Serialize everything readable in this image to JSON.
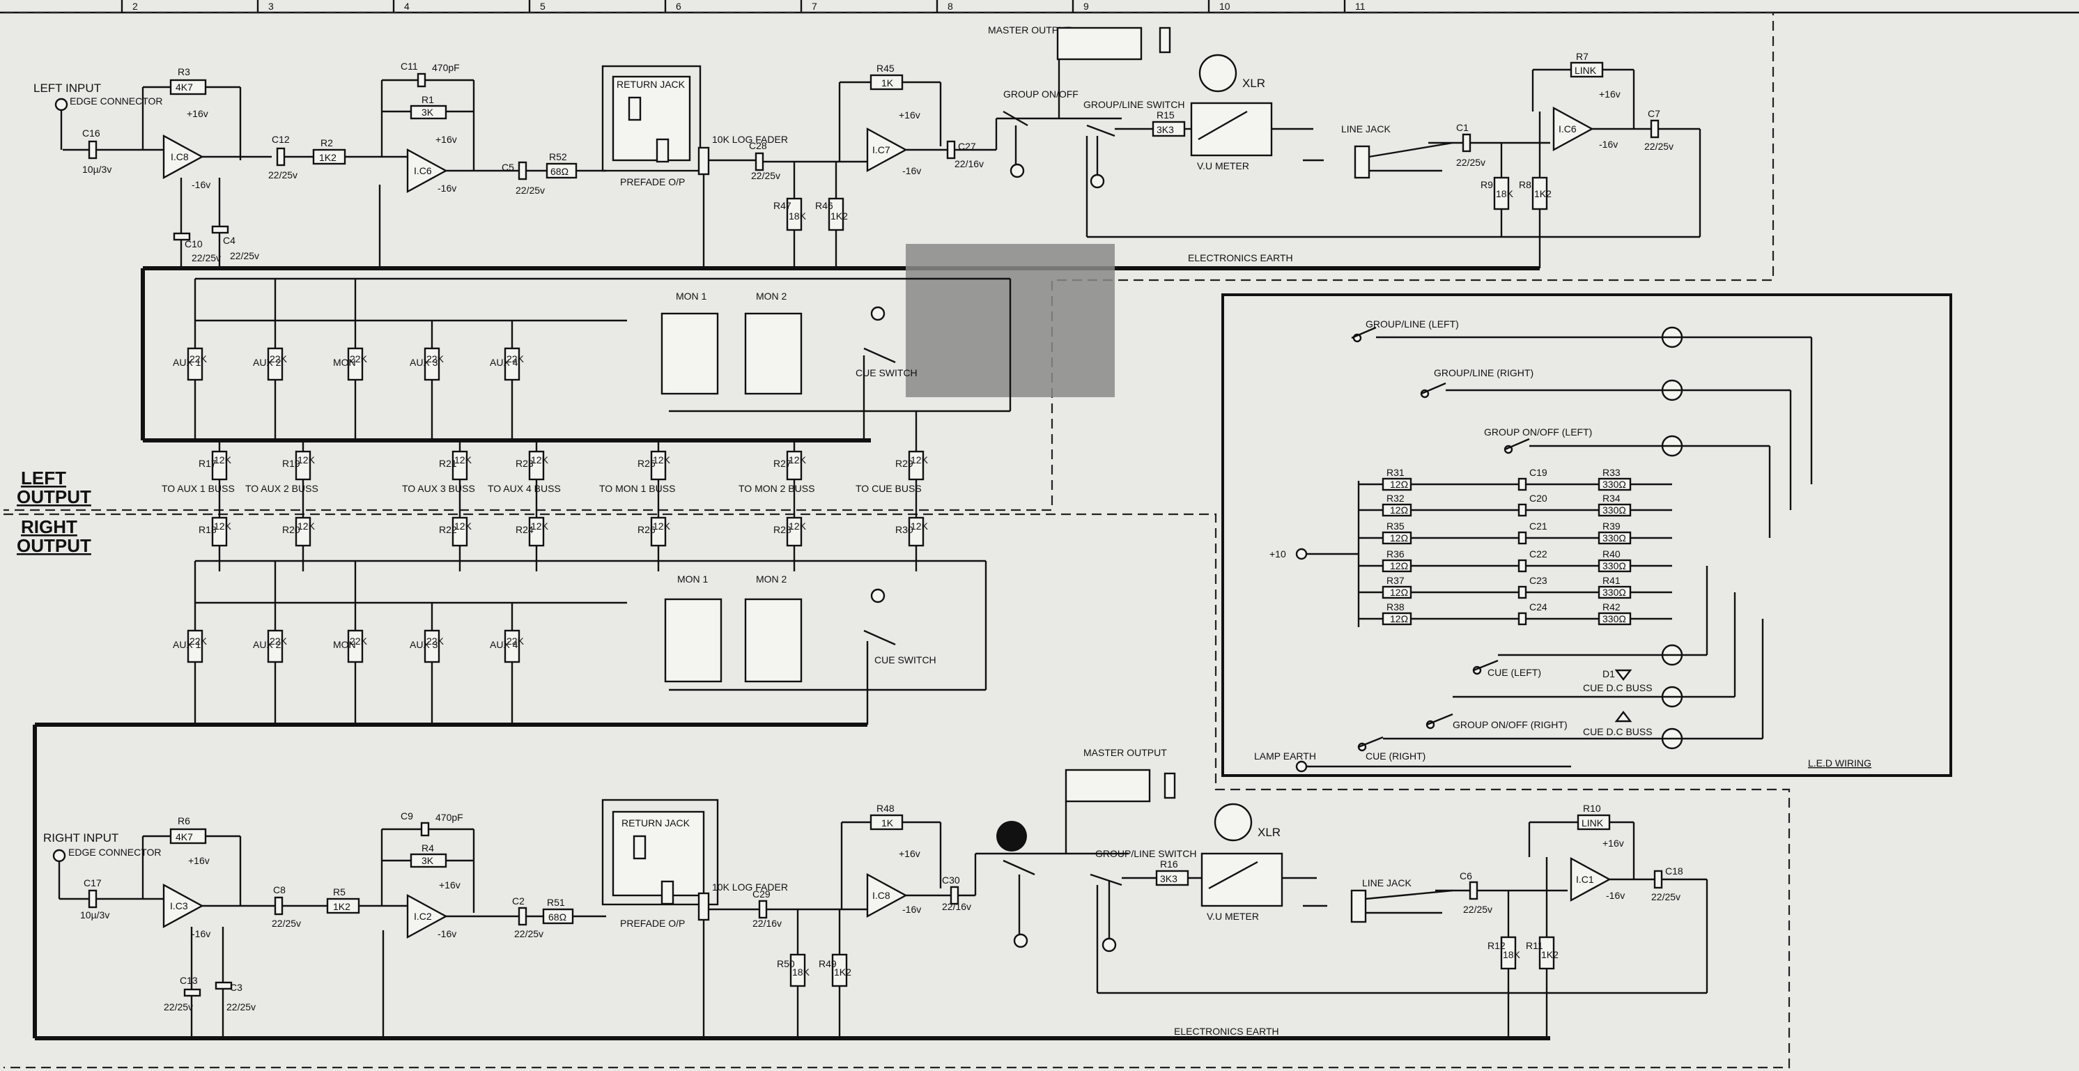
{
  "ruler": [
    "2",
    "3",
    "4",
    "5",
    "6",
    "7",
    "8",
    "9",
    "10",
    "11"
  ],
  "section_labels": {
    "left_output": "LEFT OUTPUT",
    "right_output": "RIGHT OUTPUT"
  },
  "left_channel": {
    "input": "LEFT INPUT",
    "edge": "EDGE CONNECTOR",
    "components": {
      "c16": "C16",
      "c16v": "10µ/3v",
      "r3": "R3",
      "r3v": "4K7",
      "ic8": "I.C8",
      "p16": "+16v",
      "m16": "-16v",
      "c12": "C12",
      "c12v": "22/25v",
      "r2": "R2",
      "r2v": "1K2",
      "c11": "C11",
      "c11v": "470pF",
      "r1": "R1",
      "r1v": "3K",
      "ic6": "I.C6",
      "c5": "C5",
      "c5v": "22/25v",
      "r52": "R52",
      "r52v": "68Ω",
      "c10": "C10",
      "c10v": "22/25v",
      "c4": "C4",
      "c4v": "22/25v",
      "c28": "C28",
      "c28v": "22/25v",
      "r47": "R47",
      "r47v": "18K",
      "r46": "R46",
      "r46v": "1K2",
      "r45": "R45",
      "r45v": "1K",
      "ic7": "I.C7",
      "c27": "C27",
      "c27v": "22/16v"
    },
    "return_jack": "RETURN JACK",
    "prefade": "PREFADE O/P",
    "fader": "10K LOG FADER",
    "master_output": "MASTER OUTPUT",
    "group_onoff": "GROUP ON/OFF",
    "group_line_switch": "GROUP/LINE SWITCH",
    "r15": "R15",
    "r15v": "3K3",
    "vu": "V.U METER",
    "xlr": "XLR",
    "line_jack": "LINE JACK",
    "c1": "C1",
    "c1v": "22/25v",
    "r7": "R7",
    "r7v": "LINK",
    "ic6b": "I.C6",
    "c7": "C7",
    "c7v": "22/25v",
    "r9": "R9",
    "r9v": "18K",
    "r8": "R8",
    "r8v": "1K2",
    "earth": "ELECTRONICS EARTH"
  },
  "aux_left": {
    "pots": [
      {
        "id": "AUX 1",
        "v": "22K"
      },
      {
        "id": "AUX 2",
        "v": "22K"
      },
      {
        "id": "MON",
        "v": "22K"
      },
      {
        "id": "AUX 3",
        "v": "22K"
      },
      {
        "id": "AUX 4",
        "v": "22K"
      }
    ],
    "mon1": "MON 1",
    "mon2": "MON 2",
    "cue": "CUE SWITCH"
  },
  "busses": [
    {
      "r_top": "R17",
      "v_top": "12K",
      "r_bot": "R18",
      "v_bot": "12K",
      "to": "TO AUX 1 BUSS"
    },
    {
      "r_top": "R19",
      "v_top": "12K",
      "r_bot": "R20",
      "v_bot": "12K",
      "to": "TO AUX 2 BUSS"
    },
    {
      "r_top": "R21",
      "v_top": "12K",
      "r_bot": "R22",
      "v_bot": "12K",
      "to": "TO AUX 3 BUSS"
    },
    {
      "r_top": "R23",
      "v_top": "12K",
      "r_bot": "R24",
      "v_bot": "12K",
      "to": "TO AUX 4 BUSS"
    },
    {
      "r_top": "R25",
      "v_top": "12K",
      "r_bot": "R26",
      "v_bot": "12K",
      "to": "TO MON 1 BUSS"
    },
    {
      "r_top": "R27",
      "v_top": "12K",
      "r_bot": "R28",
      "v_bot": "12K",
      "to": "TO MON 2 BUSS"
    },
    {
      "r_top": "R29",
      "v_top": "12K",
      "r_bot": "R30",
      "v_bot": "12K",
      "to": "TO CUE BUSS"
    }
  ],
  "aux_right": {
    "pots": [
      {
        "id": "AUX 1",
        "v": "22K"
      },
      {
        "id": "AUX 2",
        "v": "22K"
      },
      {
        "id": "MON",
        "v": "22K"
      },
      {
        "id": "AUX 3",
        "v": "22K"
      },
      {
        "id": "AUX 4",
        "v": "22K"
      }
    ],
    "mon1": "MON 1",
    "mon2": "MON 2",
    "cue": "CUE SWITCH"
  },
  "right_channel": {
    "input": "RIGHT INPUT",
    "edge": "EDGE CONNECTOR",
    "c17": "C17",
    "c17v": "10µ/3v",
    "r6": "R6",
    "r6v": "4K7",
    "ic3": "I.C3",
    "c8": "C8",
    "c8v": "22/25v",
    "r5": "R5",
    "r5v": "1K2",
    "c9": "C9",
    "c9v": "470pF",
    "r4": "R4",
    "r4v": "3K",
    "ic2": "I.C2",
    "c2": "C2",
    "c2v": "22/25v",
    "r51": "R51",
    "r51v": "68Ω",
    "c13": "C13",
    "c13v": "22/25v",
    "c3": "C3",
    "c3v": "22/25v",
    "c29": "C29",
    "c29v": "22/16v",
    "r50": "R50",
    "r50v": "18K",
    "r49": "R49",
    "r49v": "1K2",
    "r48": "R48",
    "r48v": "1K",
    "ic8": "I.C8",
    "c30": "C30",
    "c30v": "22/16v",
    "return_jack": "RETURN JACK",
    "prefade": "PREFADE O/P",
    "fader": "10K LOG FADER",
    "master_output": "MASTER OUTPUT",
    "group_line_switch": "GROUP/LINE SWITCH",
    "r16": "R16",
    "r16v": "3K3",
    "vu": "V.U METER",
    "xlr": "XLR",
    "line_jack": "LINE JACK",
    "c6": "C6",
    "c6v": "22/25v",
    "r10": "R10",
    "r10v": "LINK",
    "ic1": "I.C1",
    "c18": "C18",
    "c18v": "22/25v",
    "r12": "R12",
    "r12v": "18K",
    "r11": "R11",
    "r11v": "1K2",
    "earth": "ELECTRONICS EARTH"
  },
  "led": {
    "title": "L.E.D WIRING",
    "plus10": "+10",
    "lamp_earth": "LAMP EARTH",
    "switches": [
      "GROUP/LINE (LEFT)",
      "GROUP/LINE (RIGHT)",
      "GROUP ON/OFF (LEFT)",
      "CUE (LEFT)",
      "GROUP ON/OFF (RIGHT)",
      "CUE (RIGHT)"
    ],
    "rows": [
      {
        "r": "R31",
        "rv": "12Ω",
        "c": "C19",
        "rr": "R33",
        "rrv": "330Ω"
      },
      {
        "r": "R32",
        "rv": "12Ω",
        "c": "C20",
        "rr": "R34",
        "rrv": "330Ω"
      },
      {
        "r": "R35",
        "rv": "12Ω",
        "c": "C21",
        "rr": "R39",
        "rrv": "330Ω"
      },
      {
        "r": "R36",
        "rv": "12Ω",
        "c": "C22",
        "rr": "R40",
        "rrv": "330Ω"
      },
      {
        "r": "R37",
        "rv": "12Ω",
        "c": "C23",
        "rr": "R41",
        "rrv": "330Ω"
      },
      {
        "r": "R38",
        "rv": "12Ω",
        "c": "C24",
        "rr": "R42",
        "rrv": "330Ω"
      }
    ],
    "d1": "D1",
    "cue_dc1": "CUE D.C BUSS",
    "cue_dc2": "CUE D.C BUSS"
  }
}
